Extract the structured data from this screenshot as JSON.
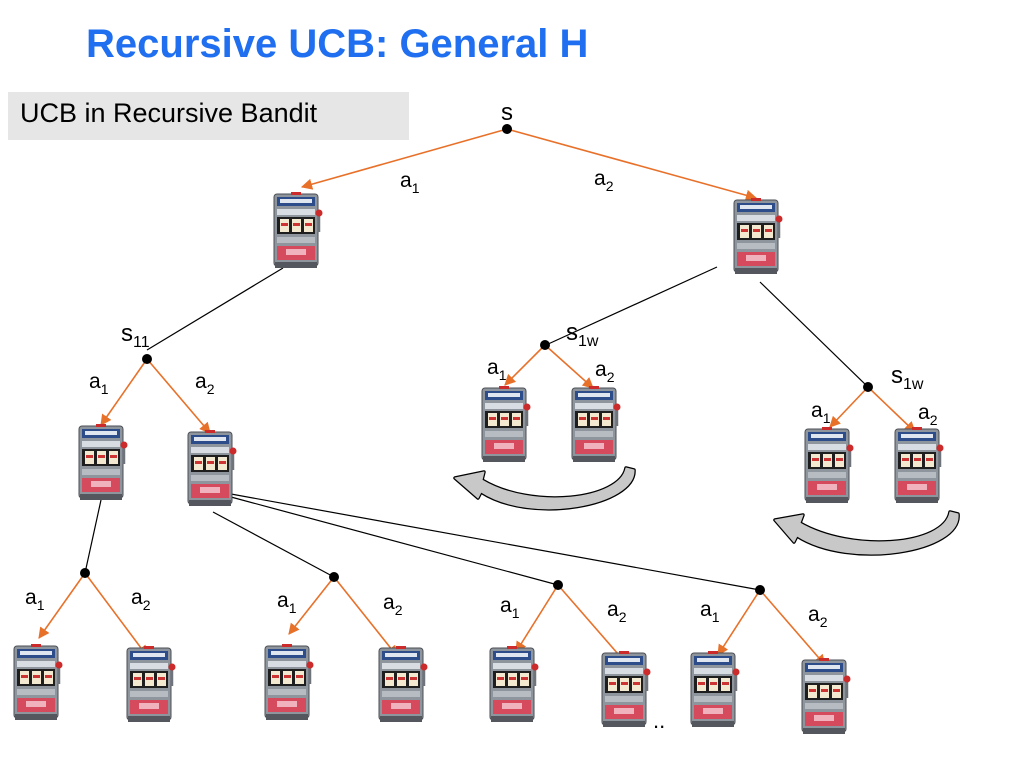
{
  "title": "Recursive UCB: General H",
  "caption": "UCB in Recursive Bandit",
  "colors": {
    "title": "#1f6ff0",
    "action_edge": "#e8712a",
    "state_edge": "#000000",
    "caption_bg": "#e6e6e6",
    "loop_arrow": "#c8c8c8"
  },
  "icons": {
    "bandit": "slot-machine-icon",
    "state": "state-node",
    "loop": "curved-arrow-icon"
  },
  "labels": {
    "root_state": "s",
    "s11": {
      "main": "s",
      "sub": "11"
    },
    "s1w": {
      "main": "s",
      "sub": "1w"
    },
    "a1": {
      "main": "a",
      "sub": "1"
    },
    "a2": {
      "main": "a",
      "sub": "2"
    },
    "ellipsis": ".."
  }
}
